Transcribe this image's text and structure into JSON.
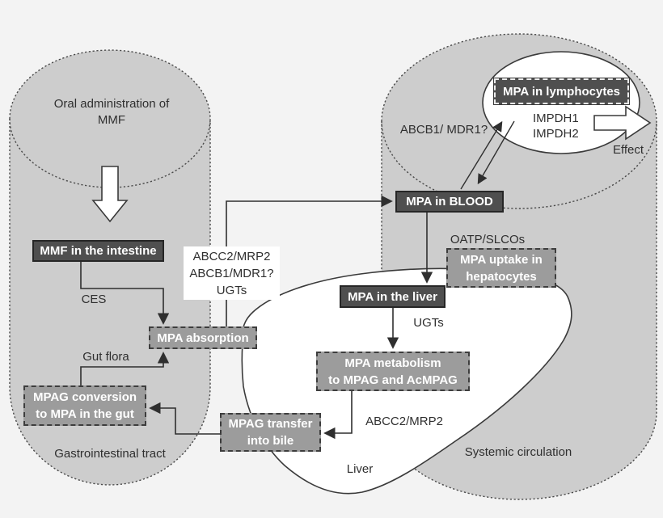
{
  "colors": {
    "background": "#f3f3f3",
    "compartment_fill": "#cdcdcd",
    "compartment_border": "#4a4a4a",
    "dark_box_fill": "#4f4f4f",
    "gray_box_fill": "#9c9c9c",
    "white_area": "#ffffff",
    "line": "#333333",
    "box_text": "#ffffff",
    "label_text": "#2f2f2f"
  },
  "gi_tract": {
    "region_label": "Gastrointestinal tract",
    "oral_admin_line1": "Oral administration of",
    "oral_admin_line2": "MMF",
    "mmf_intestine": "MMF in the intestine",
    "ces": "CES",
    "mpa_absorption": "MPA absorption",
    "gut_flora": "Gut flora",
    "mpag_conversion_line1": "MPAG conversion",
    "mpag_conversion_line2": "to MPA in the gut"
  },
  "transporter_panel": {
    "line1": "ABCC2/MRP2",
    "line2": "ABCB1/MDR1?",
    "line3": "UGTs"
  },
  "systemic": {
    "region_label": "Systemic circulation",
    "abcb1_mdr1": "ABCB1/ MDR1?",
    "mpa_blood": "MPA in BLOOD",
    "oatp_slcos": "OATP/SLCOs",
    "mpa_uptake_line1": "MPA uptake in",
    "mpa_uptake_line2": "hepatocytes",
    "lymphocytes": {
      "box_label": "MPA in lymphocytes",
      "enzyme1": "IMPDH1",
      "enzyme2": "IMPDH2",
      "effect": "Effect"
    }
  },
  "liver": {
    "region_label": "Liver",
    "mpa_liver": "MPA in the liver",
    "ugts": "UGTs",
    "metabolism_line1": "MPA metabolism",
    "metabolism_line2": "to MPAG and AcMPAG",
    "abcc2_mrp2": "ABCC2/MRP2",
    "mpag_transfer_line1": "MPAG transfer",
    "mpag_transfer_line2": "into bile"
  }
}
